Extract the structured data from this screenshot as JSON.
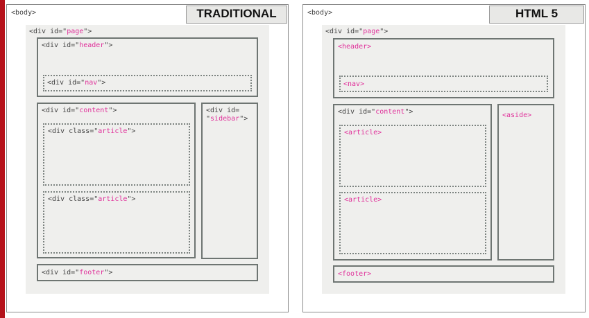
{
  "colors": {
    "accent_red": "#b5121b",
    "tag_pink": "#e0309a",
    "box_fill": "#efefed",
    "border": "#6e7572"
  },
  "left": {
    "title": "TRADITIONAL",
    "body_tag": "<body>",
    "page": {
      "pre": "<div id=\"",
      "name": "page",
      "post": "\">"
    },
    "header": {
      "pre": "<div id=\"",
      "name": "header",
      "post": "\">"
    },
    "nav": {
      "pre": "<div id=\"",
      "name": "nav",
      "post": "\">"
    },
    "content": {
      "pre": "<div id=\"",
      "name": "content",
      "post": "\">"
    },
    "sidebar": {
      "line1": "<div id=",
      "line2_pre": "\"",
      "name": "sidebar",
      "post": "\">"
    },
    "article1": {
      "pre": "<div class=\"",
      "name": "article",
      "post": "\">"
    },
    "article2": {
      "pre": "<div class=\"",
      "name": "article",
      "post": "\">"
    },
    "footer": {
      "pre": "<div id=\"",
      "name": "footer",
      "post": "\">"
    }
  },
  "right": {
    "title": "HTML 5",
    "body_tag": "<body>",
    "page": {
      "pre": "<div id=\"",
      "name": "page",
      "post": "\">"
    },
    "header": "<header>",
    "nav": "<nav>",
    "content": {
      "pre": "<div id=\"",
      "name": "content",
      "post": "\">"
    },
    "aside": "<aside>",
    "article1": "<article>",
    "article2": "<article>",
    "footer": "<footer>"
  }
}
